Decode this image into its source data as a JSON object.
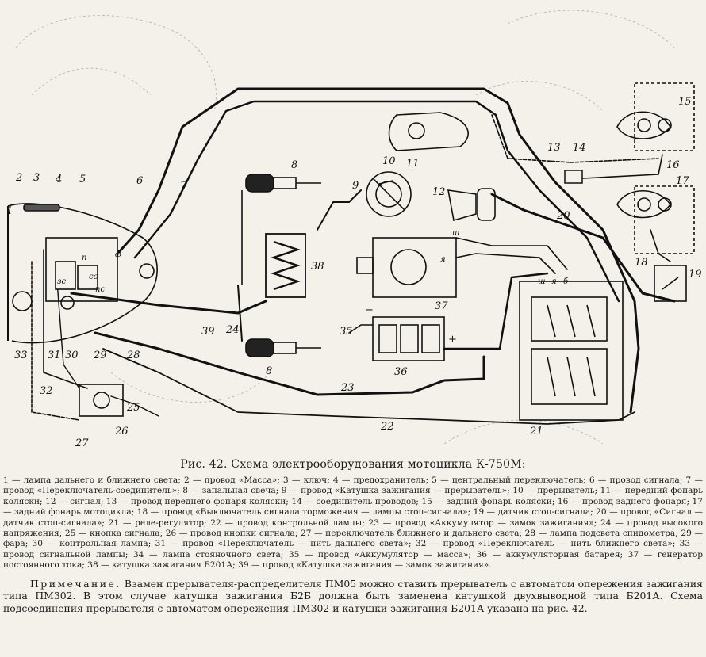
{
  "diagram": {
    "labels": {
      "l1": "1",
      "l2": "2",
      "l3": "3",
      "l4": "4",
      "l5": "5",
      "l6": "6",
      "l7": "7",
      "l8a": "8",
      "l8b": "8",
      "l9": "9",
      "l10": "10",
      "l11": "11",
      "l12": "12",
      "l13": "13",
      "l14": "14",
      "l15": "15",
      "l16": "16",
      "l17": "17",
      "l18": "18",
      "l19": "19",
      "l20": "20",
      "l21": "21",
      "l22": "22",
      "l23": "23",
      "l24": "24",
      "l25": "25",
      "l26": "26",
      "l27": "27",
      "l28": "28",
      "l29": "29",
      "l30": "30",
      "l31": "31",
      "l32": "32",
      "l33": "33",
      "l35": "35",
      "l36": "36",
      "l37": "37",
      "l38": "38",
      "l39": "39",
      "plus": "+",
      "minus": "−",
      "sh1": "ш",
      "sh2": "ш",
      "ya1": "я",
      "ya2": "я",
      "b": "б",
      "f": "ф",
      "zs": "зс",
      "ss": "сс",
      "p": "п",
      "ps": "пс"
    }
  },
  "caption": "Рис. 42. Схема электрооборудования мотоцикла К-750М:",
  "legend": "1 — лампа дальнего и ближнего света; 2 — провод «Масса»; 3 — ключ; 4 — предохранитель; 5 — центральный переключатель; 6 — провод сигнала; 7 — провод «Переключатель-соединитель»; 8 — запальная свеча; 9 — провод «Катушка зажигания — прерыватель»; 10 — прерыватель; 11 — передний фонарь коляски; 12 — сигнал; 13 — провод переднего фонаря коляски; 14 — соединитель проводов; 15 — задний фонарь коляски; 16 — провод заднего фонаря; 17 — задний фонарь мотоцикла; 18 — провод «Выключатель сигнала торможения — лампы стоп-сигнала»; 19 — датчик стоп-сигнала; 20 — провод «Сигнал — датчик стоп-сигнала»; 21 — реле-регулятор; 22 — провод контрольной лампы; 23 — провод «Аккумулятор — замок зажигания»; 24 — провод высокого напряжения; 25 — кнопка сигнала; 26 — провод кнопки сигнала; 27 — переключатель ближнего и дальнего света; 28 — лампа подсвета спидометра; 29 — фара; 30 — контрольная лампа; 31 — провод «Переключатель — нить дальнего света»; 32 — провод «Переключатель — нить ближнего света»; 33 — провод сигнальной лампы; 34 — лампа стояночного света; 35 — провод «Аккумулятор — масса»; 36 — аккумуляторная батарея; 37 — генератор постоянного тока; 38 — катушка зажигания Б201А; 39 — провод «Катушка зажигания — замок зажигания».",
  "note": {
    "prefix": "Примечание.",
    "text": "Взамен прерывателя-распределителя ПМ05 можно ставить прерыватель с автоматом опережения зажигания типа ПМ302. В этом случае катушка зажигания Б2Б должна быть заменена катушкой двухвыводной типа Б201А. Схема подсоединения прерывателя с автоматом опережения ПМ302 и катушки зажигания Б201А указана на рис. 42."
  }
}
